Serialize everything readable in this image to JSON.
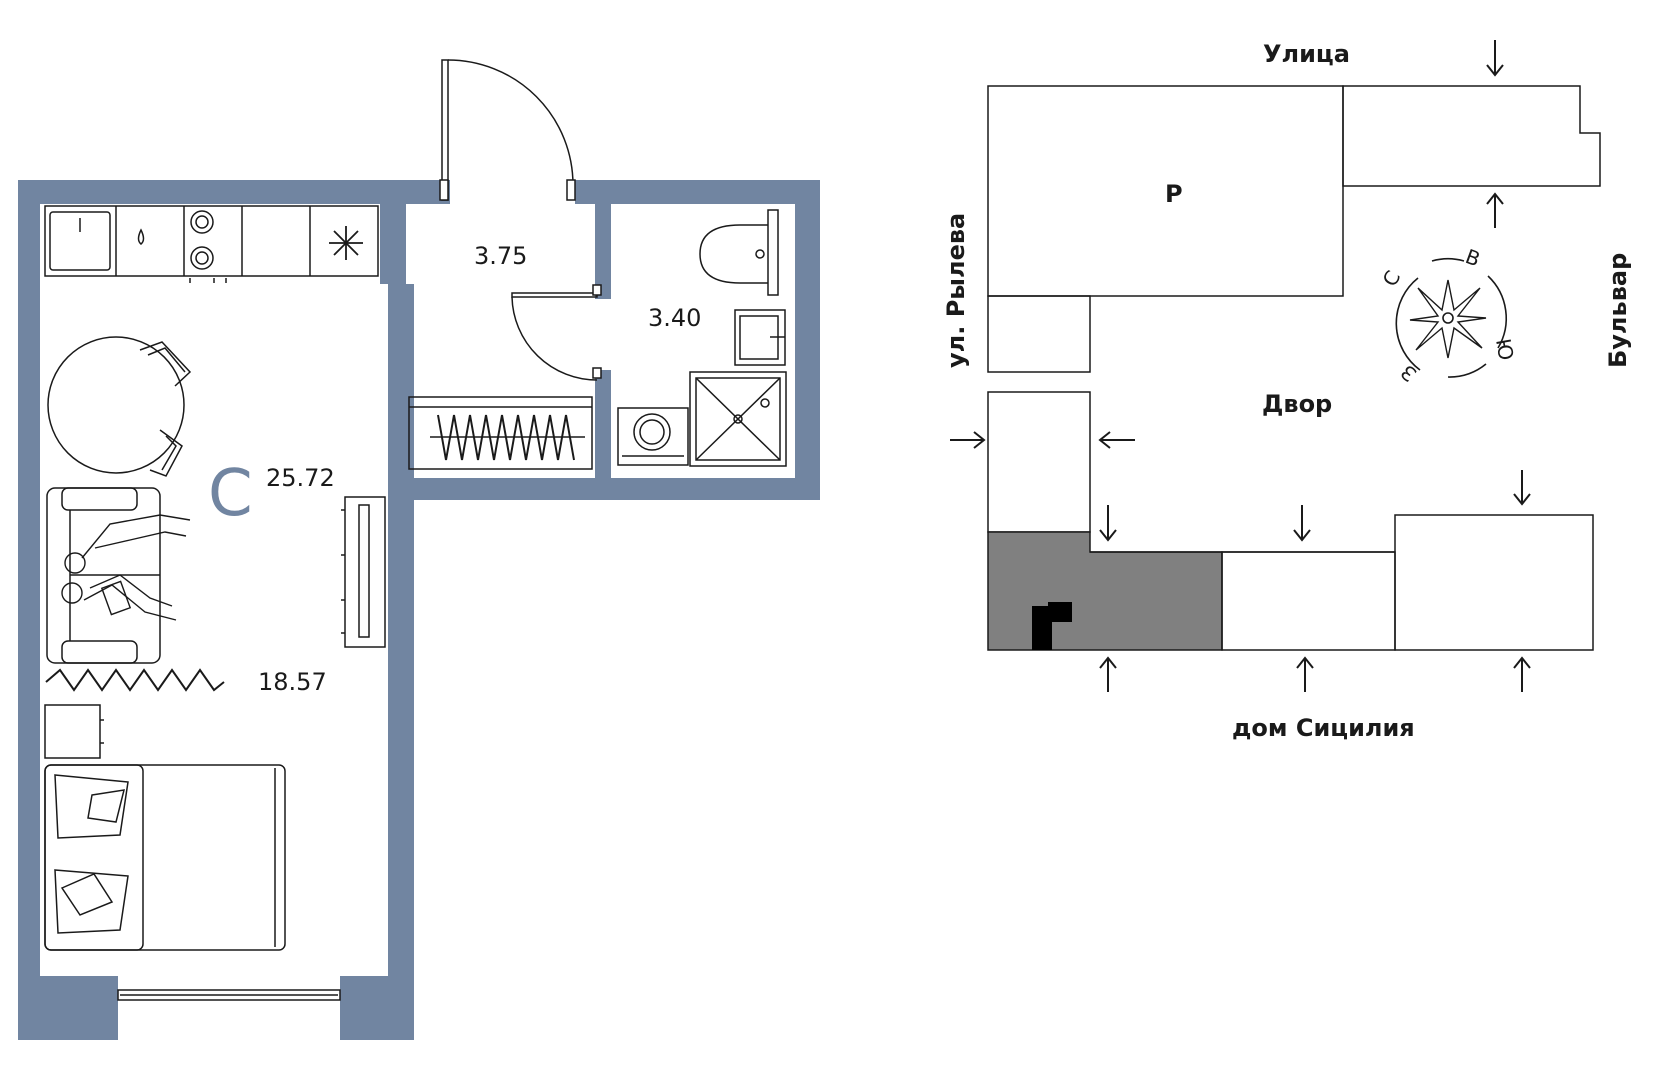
{
  "colors": {
    "wall": "#7185a1",
    "line": "#1a1a1a",
    "apartment_fill": "#808080",
    "apartment_marker": "#000000"
  },
  "plan": {
    "area_living": "18.57",
    "area_hall": "3.75",
    "area_bath": "3.40",
    "area_total": "25.72",
    "type_letter": "С"
  },
  "site": {
    "street_top": "Улица",
    "street_left": "ул. Рылева",
    "street_right": "Бульвар",
    "yard": "Двор",
    "neighbor_bottom": "дом Сицилия",
    "parking": "Р"
  },
  "compass": {
    "north": "С",
    "east": "В",
    "south": "Ю",
    "west": "З"
  },
  "icons": [
    "sink-icon",
    "water-drop-icon",
    "stove-icon",
    "snowflake-icon",
    "dining-table-icon",
    "chair-icon",
    "sofa-icon",
    "people-icon",
    "tv-icon",
    "bed-icon",
    "pillow-icon",
    "nightstand-icon",
    "radiator-icon",
    "toilet-icon",
    "washbasin-icon",
    "shower-icon",
    "washing-machine-icon",
    "door-swing-icon",
    "window-icon",
    "entrance-arrow-icon",
    "compass-rose-icon"
  ]
}
